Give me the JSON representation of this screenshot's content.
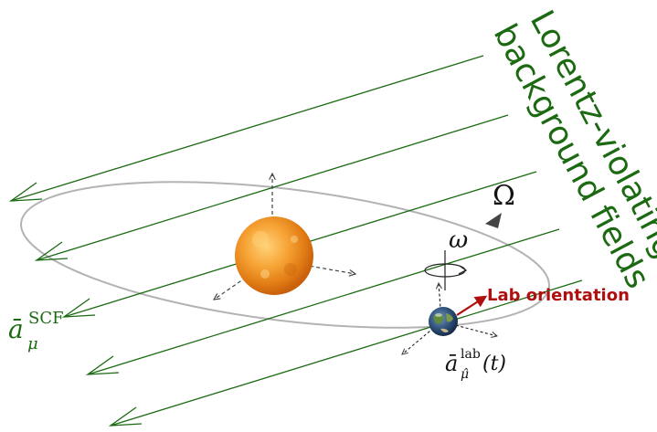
{
  "field_title": {
    "line1": "Lorentz-violating",
    "line2": "background fields"
  },
  "labels": {
    "orbit_rate": "Ω",
    "spin_rate": "ω",
    "lab_orientation": "Lab orientation",
    "scf_coeff_base": "ā",
    "scf_coeff_sub": "μ",
    "scf_coeff_sup": "SCF",
    "lab_coeff_base": "ā",
    "lab_coeff_sub": "μ̂",
    "lab_coeff_sup": "lab",
    "lab_coeff_arg": "(t)"
  },
  "colors": {
    "field_lines": "#1b6a12",
    "orbit": "#b3b3b3",
    "lab_arrow": "#b00f0f",
    "axes": "#444444",
    "sun": "#f08a1c",
    "earth": "#2d4f7a"
  },
  "icons": {
    "sun": "sun-icon",
    "earth": "earth-icon"
  }
}
